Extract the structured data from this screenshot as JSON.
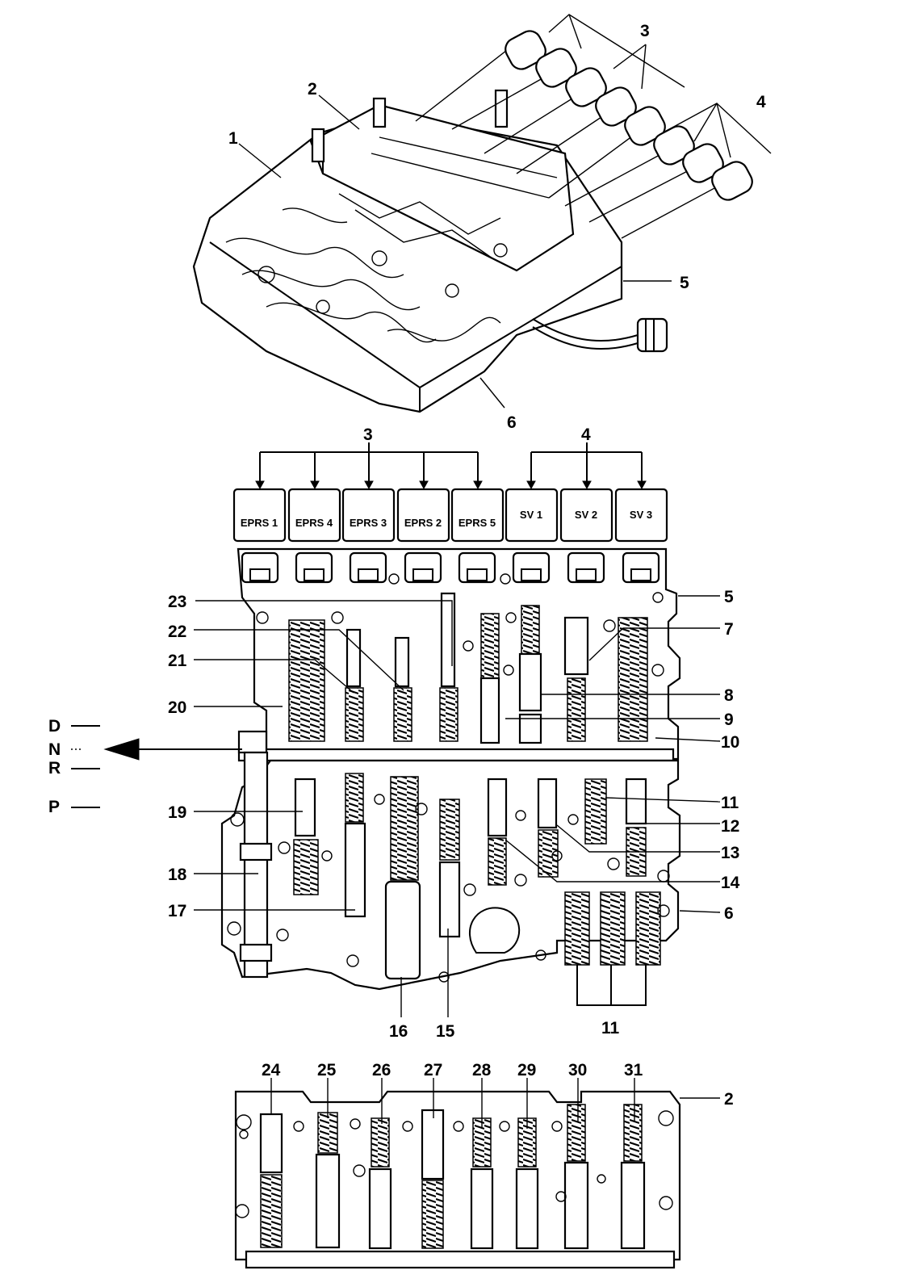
{
  "diagram": {
    "top_view_callouts": [
      "1",
      "2",
      "3",
      "4",
      "5",
      "6"
    ],
    "solenoid_labels": [
      "EPRS 1",
      "EPRS 4",
      "EPRS 3",
      "EPRS 2",
      "EPRS 5",
      "SV 1",
      "SV 2",
      "SV 3"
    ],
    "upper_body_callouts": {
      "c3": "3",
      "c4": "4",
      "c5": "5",
      "c6": "6",
      "c7": "7",
      "c8": "8",
      "c9": "9",
      "c10": "10",
      "c11a": "11",
      "c12": "12",
      "c13": "13",
      "c14": "14",
      "c11b": "11",
      "c15": "15",
      "c16": "16",
      "c17": "17",
      "c18": "18",
      "c19": "19",
      "c20": "20",
      "c21": "21",
      "c22": "22",
      "c23": "23"
    },
    "selector_positions": [
      "D",
      "N",
      "R",
      "P"
    ],
    "lower_body_callouts": [
      "24",
      "25",
      "26",
      "27",
      "28",
      "29",
      "30",
      "31"
    ],
    "lower_body_ref": "2"
  }
}
